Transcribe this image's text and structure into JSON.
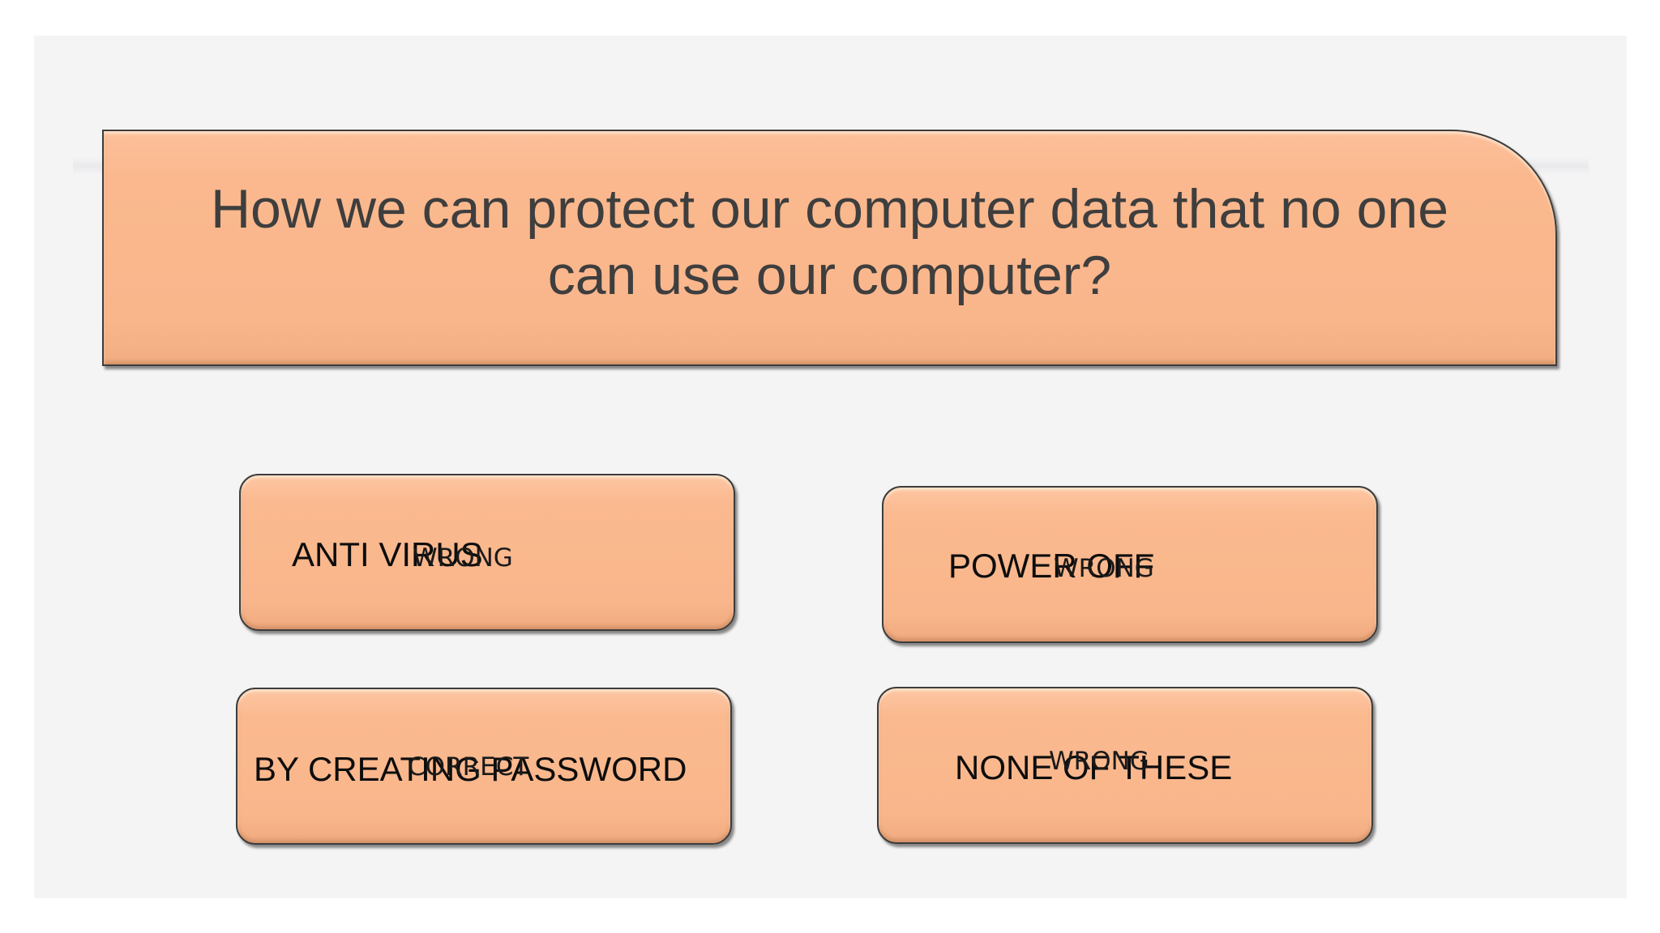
{
  "question": {
    "text_line1": "How we can protect our computer data that no one",
    "text_line2": "can use our computer?"
  },
  "answers": [
    {
      "label": "ANTI VIRUS",
      "feedback": "WRONG"
    },
    {
      "label": "POWER OFF",
      "feedback": "WRONG"
    },
    {
      "label": "BY CREATING PASSWORD",
      "feedback": "CORRECT"
    },
    {
      "label": "NONE OF THESE",
      "feedback": "WRONG"
    }
  ],
  "colors": {
    "box_fill": "#f9b68b",
    "border": "#3c3c3c",
    "background": "#f4f4f5",
    "question_text": "#3e3e3e"
  }
}
